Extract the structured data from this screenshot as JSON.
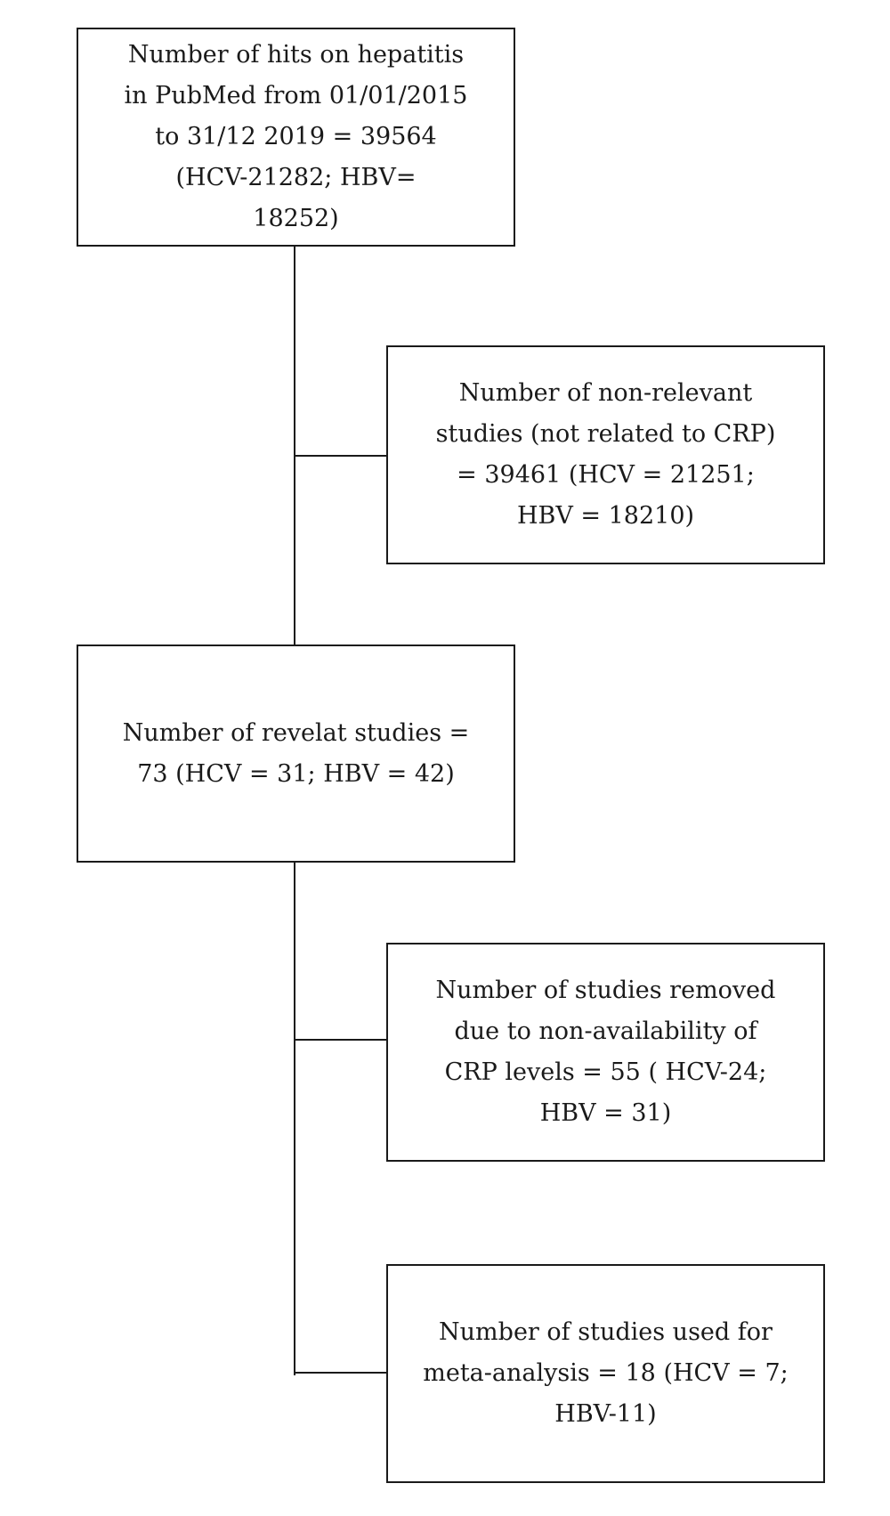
{
  "boxes": {
    "hits": {
      "lines": [
        "Number of hits on hepatitis",
        "in PubMed from 01/01/2015",
        "to 31/12 2019 = 39564",
        "(HCV-21282; HBV=",
        "18252)"
      ]
    },
    "non_relevant": {
      "lines": [
        "Number of non-relevant",
        "studies (not related to CRP)",
        "= 39461 (HCV = 21251;",
        "HBV = 18210)"
      ]
    },
    "relevant": {
      "lines": [
        "Number of revelat studies =",
        "73 (HCV = 31; HBV = 42)"
      ]
    },
    "removed": {
      "lines": [
        "Number of studies removed",
        "due to non-availability of",
        "CRP levels = 55 ( HCV-24;",
        "HBV = 31)"
      ]
    },
    "meta_analysis": {
      "lines": [
        "Number of studies used for",
        "meta-analysis = 18 (HCV = 7;",
        "HBV-11)"
      ]
    }
  },
  "colors": {
    "stroke": "#1a1a1a",
    "background": "#ffffff"
  }
}
